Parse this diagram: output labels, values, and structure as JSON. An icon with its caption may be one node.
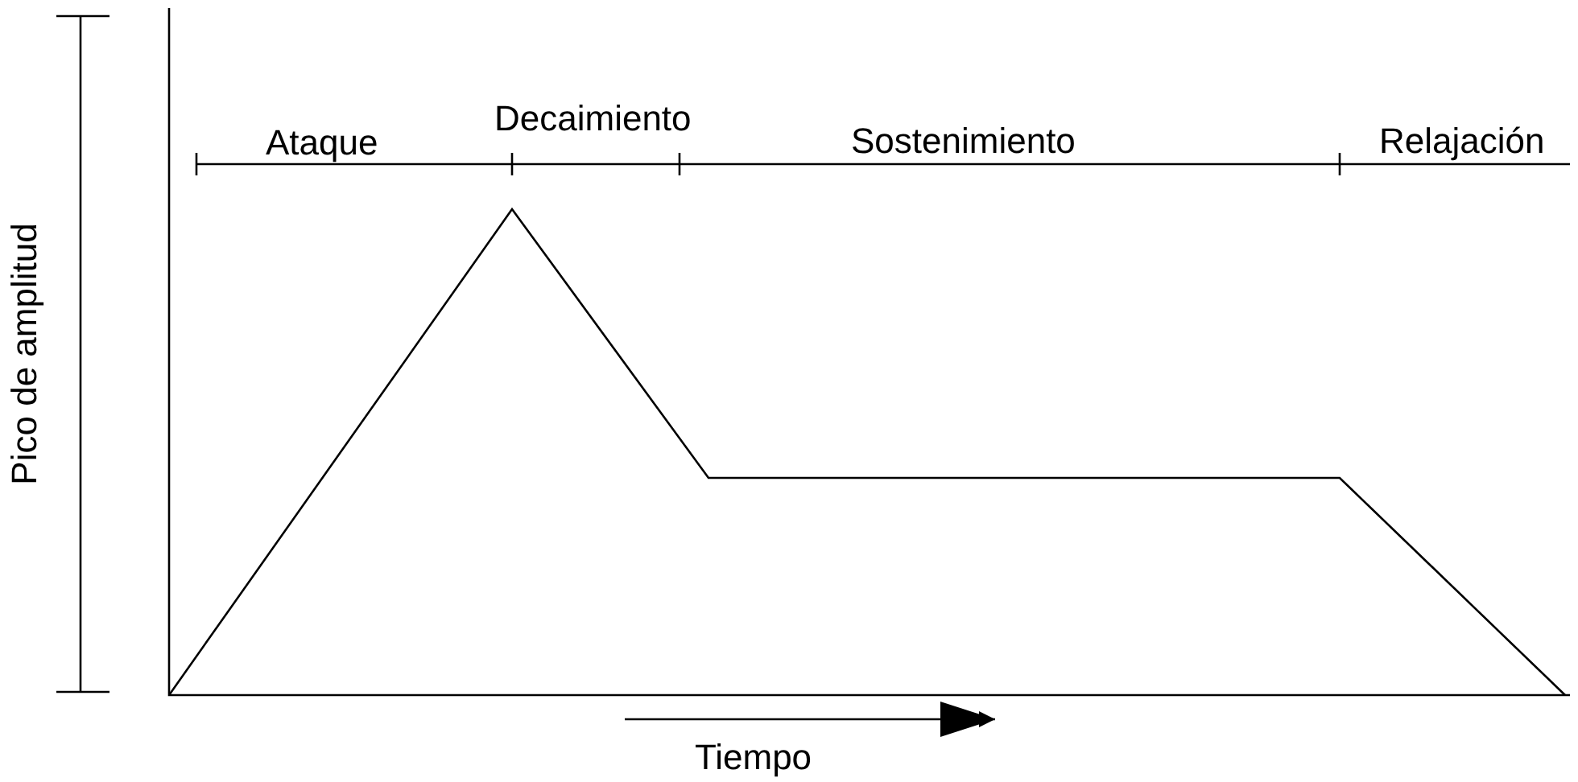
{
  "diagram": {
    "labels": [
      "Ataque",
      "Decaimiento",
      "Sostenimiento",
      "Relajación",
      "Pico de amplitud",
      "Tiempo"
    ]
  }
}
